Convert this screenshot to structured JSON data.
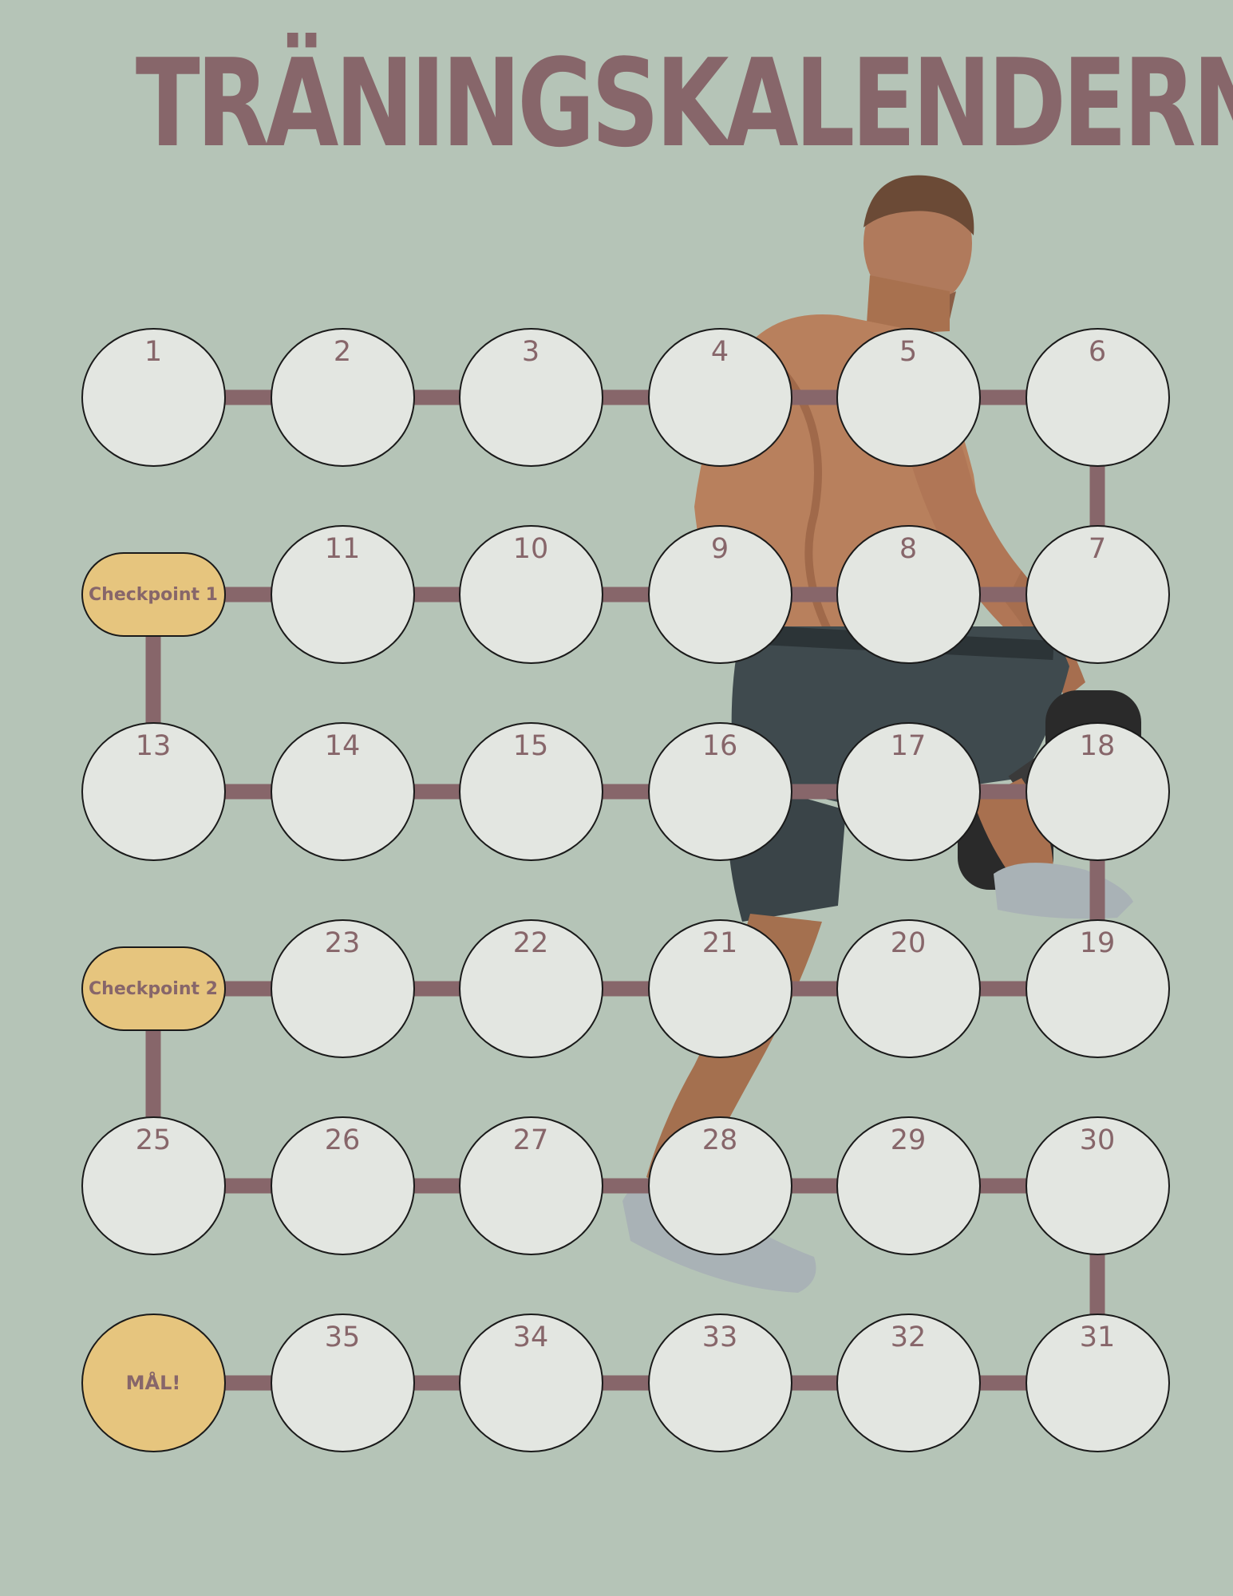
{
  "title": "TRÄNINGSKALENDERN",
  "colors": {
    "background": "#b5c4b7",
    "accent": "#87666a",
    "circle_fill": "#e3e6e1",
    "checkpoint_fill": "#e6c57e",
    "outline": "#1a1a1a"
  },
  "grid": [
    [
      {
        "label": "1"
      },
      {
        "label": "2"
      },
      {
        "label": "3"
      },
      {
        "label": "4"
      },
      {
        "label": "5"
      },
      {
        "label": "6"
      }
    ],
    [
      {
        "label": "Checkpoint 1",
        "kind": "checkpoint"
      },
      {
        "label": "11"
      },
      {
        "label": "10"
      },
      {
        "label": "9"
      },
      {
        "label": "8"
      },
      {
        "label": "7"
      }
    ],
    [
      {
        "label": "13"
      },
      {
        "label": "14"
      },
      {
        "label": "15"
      },
      {
        "label": "16"
      },
      {
        "label": "17"
      },
      {
        "label": "18"
      }
    ],
    [
      {
        "label": "Checkpoint 2",
        "kind": "checkpoint"
      },
      {
        "label": "23"
      },
      {
        "label": "22"
      },
      {
        "label": "21"
      },
      {
        "label": "20"
      },
      {
        "label": "19"
      }
    ],
    [
      {
        "label": "25"
      },
      {
        "label": "26"
      },
      {
        "label": "27"
      },
      {
        "label": "28"
      },
      {
        "label": "29"
      },
      {
        "label": "30"
      }
    ],
    [
      {
        "label": "MÅL!",
        "kind": "goal"
      },
      {
        "label": "35"
      },
      {
        "label": "34"
      },
      {
        "label": "33"
      },
      {
        "label": "32"
      },
      {
        "label": "31"
      }
    ]
  ],
  "vertical_links": [
    {
      "column": 5,
      "between_rows": [
        0,
        1
      ]
    },
    {
      "column": 0,
      "between_rows": [
        1,
        2
      ]
    },
    {
      "column": 5,
      "between_rows": [
        2,
        3
      ]
    },
    {
      "column": 0,
      "between_rows": [
        3,
        4
      ]
    },
    {
      "column": 5,
      "between_rows": [
        4,
        5
      ]
    }
  ],
  "figure": {
    "icon": "athlete-with-dumbbells-illustration"
  }
}
